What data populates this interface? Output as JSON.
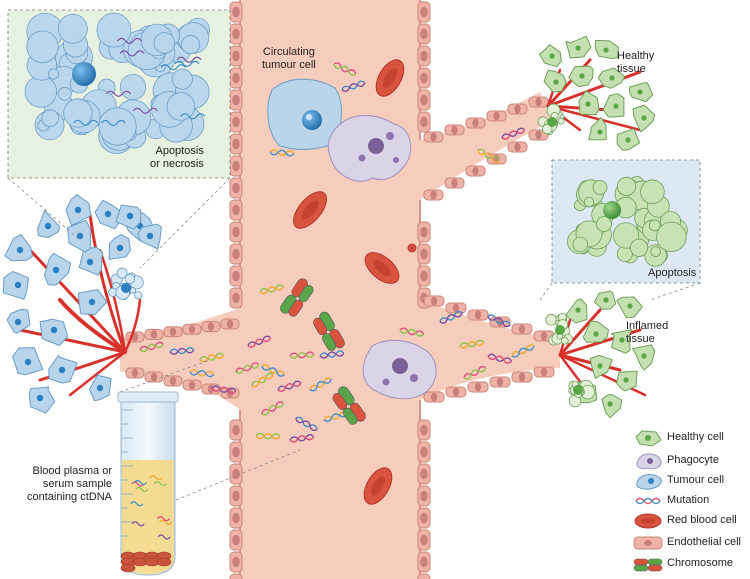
{
  "labels": {
    "circulating": [
      "Circulating",
      "tumour cell"
    ],
    "healthy_tissue": [
      "Healthy",
      "tissue"
    ],
    "apoptosis_necrosis": [
      "Apoptosis",
      "or necrosis"
    ],
    "apoptosis": "Apoptosis",
    "inflamed_tissue": [
      "Inflamed",
      "tissue"
    ],
    "blood_sample": [
      "Blood plasma or",
      "serum sample",
      "containing ctDNA"
    ]
  },
  "legend": [
    {
      "key": "healthy",
      "label": "Healthy cell"
    },
    {
      "key": "phagocyte",
      "label": "Phagocyte"
    },
    {
      "key": "tumour",
      "label": "Tumour cell"
    },
    {
      "key": "mutation",
      "label": "Mutation"
    },
    {
      "key": "rbc",
      "label": "Red blood cell"
    },
    {
      "key": "endothelial",
      "label": "Endothelial cell"
    },
    {
      "key": "chromosome",
      "label": "Chromosome"
    }
  ],
  "colors": {
    "vessel": "#f6cdbc",
    "vessel_wall": "#e3a59a",
    "endothelial_nucleus": "#c97f7b",
    "rbc": "#d9533f",
    "capillary": "#d8312b",
    "tumour": "#b8d5ec",
    "tumour_nucleus": "#2d7fc0",
    "healthy": "#c5e0b0",
    "healthy_nucleus": "#5aa54a",
    "phagocyte": "#d9d3e8",
    "phagocyte_granule": "#7a5f97",
    "panel_tumour_bg": "#e7f1e2",
    "panel_apoptosis_bg": "#dce9f5",
    "tube_liquid": "#f6d77f"
  }
}
